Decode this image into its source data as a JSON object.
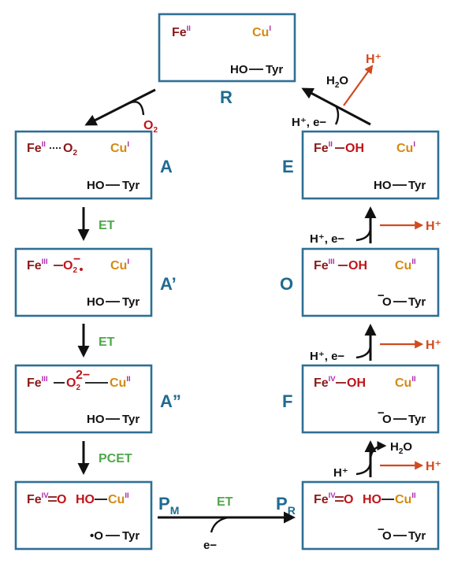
{
  "states": {
    "R": {
      "label": "R",
      "fe": "Fe",
      "fe_ox": "II",
      "cu": "Cu",
      "cu_ox": "I",
      "tyr": "HO",
      "tyr2": "Tyr"
    },
    "A": {
      "label": "A",
      "fe": "Fe",
      "fe_ox": "II",
      "o2": "O",
      "o2_sub": "2",
      "cu": "Cu",
      "cu_ox": "I",
      "tyr": "HO",
      "tyr2": "Tyr"
    },
    "A1": {
      "label": "A’",
      "fe": "Fe",
      "fe_ox": "III",
      "o2": "O",
      "o2_sub": "2",
      "o2_sup": "−",
      "cu": "Cu",
      "cu_ox": "I",
      "tyr": "HO",
      "tyr2": "Tyr"
    },
    "A2": {
      "label": "A”",
      "fe": "Fe",
      "fe_ox": "III",
      "o2": "O",
      "o2_sub": "2",
      "o2_sup": "2−",
      "cu": "Cu",
      "cu_ox": "II",
      "tyr": "HO",
      "tyr2": "Tyr"
    },
    "PM": {
      "label": "P",
      "label_sub": "M",
      "fe": "Fe",
      "fe_ox": "IV",
      "o": "O",
      "cu_pre": "HO",
      "cu": "Cu",
      "cu_ox": "II",
      "tyr": "•O",
      "tyr2": "Tyr"
    },
    "PR": {
      "label": "P",
      "label_sub": "R",
      "fe": "Fe",
      "fe_ox": "IV",
      "o": "O",
      "cu_pre": "HO",
      "cu": "Cu",
      "cu_ox": "II",
      "tyr": "−",
      "tyr_o": "O",
      "tyr2": "Tyr"
    },
    "F": {
      "label": "F",
      "fe": "Fe",
      "fe_ox": "IV",
      "oh": "OH",
      "cu": "Cu",
      "cu_ox": "II",
      "tyr": "−",
      "tyr_o": "O",
      "tyr2": "Tyr"
    },
    "O": {
      "label": "O",
      "fe": "Fe",
      "fe_ox": "III",
      "oh": "OH",
      "cu": "Cu",
      "cu_ox": "II",
      "tyr": "−",
      "tyr_o": "O",
      "tyr2": "Tyr"
    },
    "E": {
      "label": "E",
      "fe": "Fe",
      "fe_ox": "II",
      "oh": "OH",
      "cu": "Cu",
      "cu_ox": "I",
      "tyr": "HO",
      "tyr2": "Tyr"
    }
  },
  "steps": {
    "A_A1": "ET",
    "A1_A2": "ET",
    "A2_PM": "PCET",
    "PM_PR": "ET"
  },
  "reagents": {
    "o2": "O",
    "o2_sub": "2",
    "e": "e−",
    "hplus_pr": "H⁺",
    "h2o_pr": "H",
    "h2o_pr_sub": "2",
    "h2o_pr_o": "O",
    "hplus_out_pr": "H⁺",
    "he_f": "H⁺, e−",
    "hplus_out_f": "H⁺",
    "he_o": "H⁺, e−",
    "hplus_out_o": "H⁺",
    "he_e": "H⁺, e−",
    "h2o_e": "H",
    "h2o_e_sub": "2",
    "h2o_e_o": "O",
    "hplus_out_e": "H⁺"
  },
  "colors": {
    "box": "#2f6f95",
    "fe": "#8b1a1a",
    "cu": "#d48a12",
    "label": "#1f6b92",
    "step": "#4ea84a",
    "proton": "#d24a1e",
    "oxidation_state": "#b02ab0"
  }
}
